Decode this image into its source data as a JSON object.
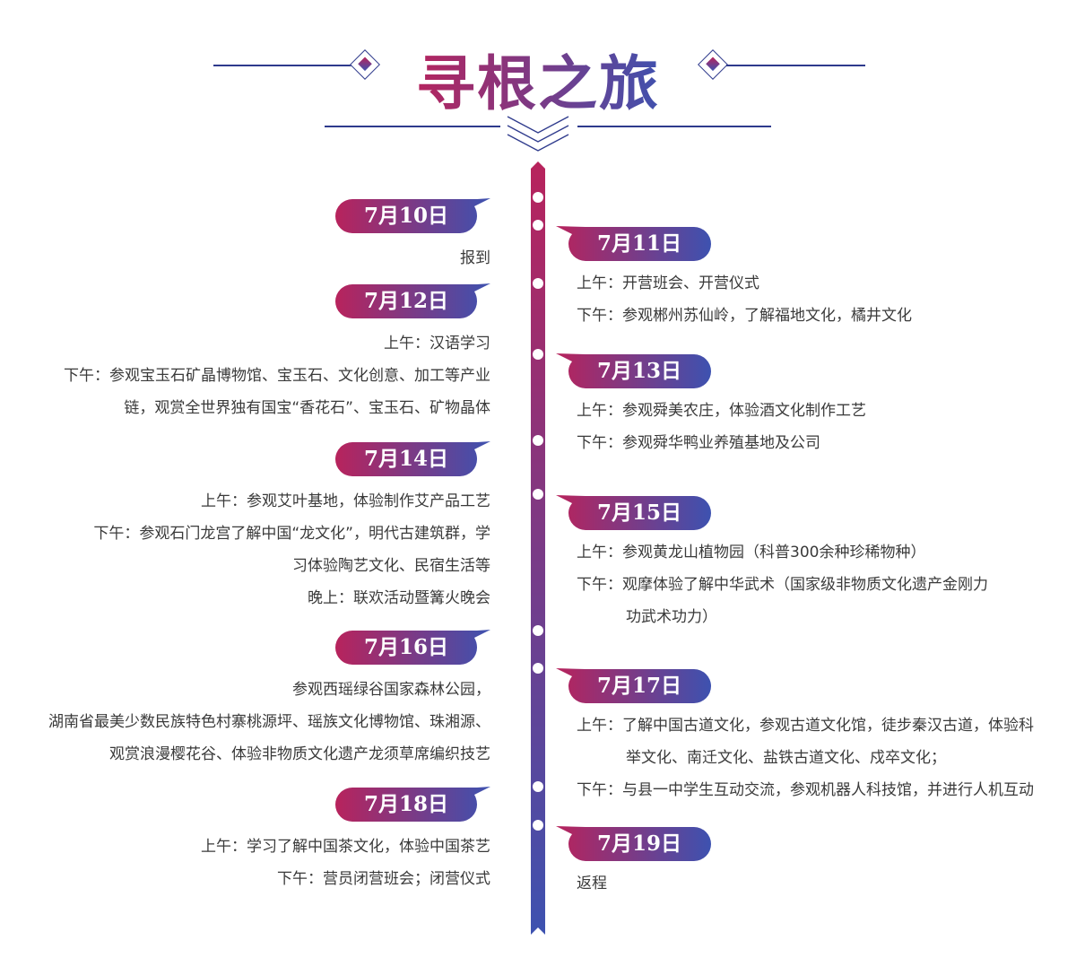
{
  "title": "寻根之旅",
  "colors": {
    "start": "#b8235c",
    "end": "#3d52b0",
    "line": "#2e3a8c"
  },
  "left": [
    {
      "date": "7月10日",
      "lines": [
        "报到"
      ]
    },
    {
      "date": "7月12日",
      "lines": [
        "上午：汉语学习",
        "下午：参观宝玉石矿晶博物馆、宝玉石、文化创意、加工等产业",
        "链，观赏全世界独有国宝“香花石”、宝玉石、矿物晶体"
      ]
    },
    {
      "date": "7月14日",
      "lines": [
        "上午：参观艾叶基地，体验制作艾产品工艺",
        "下午：参观石门龙宫了解中国“龙文化”，明代古建筑群，学",
        "习体验陶艺文化、民宿生活等",
        "晚上：联欢活动暨篝火晚会"
      ]
    },
    {
      "date": "7月16日",
      "lines": [
        "参观西瑶绿谷国家森林公园，",
        "湖南省最美少数民族特色村寨桃源坪、瑶族文化博物馆、珠湘源、",
        "观赏浪漫樱花谷、体验非物质文化遗产龙须草席编织技艺"
      ]
    },
    {
      "date": "7月18日",
      "lines": [
        "上午：学习了解中国茶文化，体验中国茶艺",
        "下午：营员闭营班会；闭营仪式"
      ]
    }
  ],
  "right": [
    {
      "date": "7月11日",
      "lines": [
        "上午：开营班会、开营仪式",
        "下午：参观郴州苏仙岭，了解福地文化，橘井文化"
      ]
    },
    {
      "date": "7月13日",
      "lines": [
        "上午：参观舜美农庄，体验酒文化制作工艺",
        "下午：参观舜华鸭业养殖基地及公司"
      ]
    },
    {
      "date": "7月15日",
      "lines": [
        "上午：参观黄龙山植物园（科普300余种珍稀物种）",
        "下午：观摩体验了解中华武术（国家级非物质文化遗产金刚力",
        "功武术功力）"
      ]
    },
    {
      "date": "7月17日",
      "lines": [
        "上午：了解中国古道文化，参观古道文化馆，徒步秦汉古道，体验科",
        "举文化、南迁文化、盐铁古道文化、戍卒文化；",
        "下午：与县一中学生互动交流，参观机器人科技馆，并进行人机互动"
      ]
    },
    {
      "date": "7月19日",
      "lines": [
        "返程"
      ]
    }
  ]
}
